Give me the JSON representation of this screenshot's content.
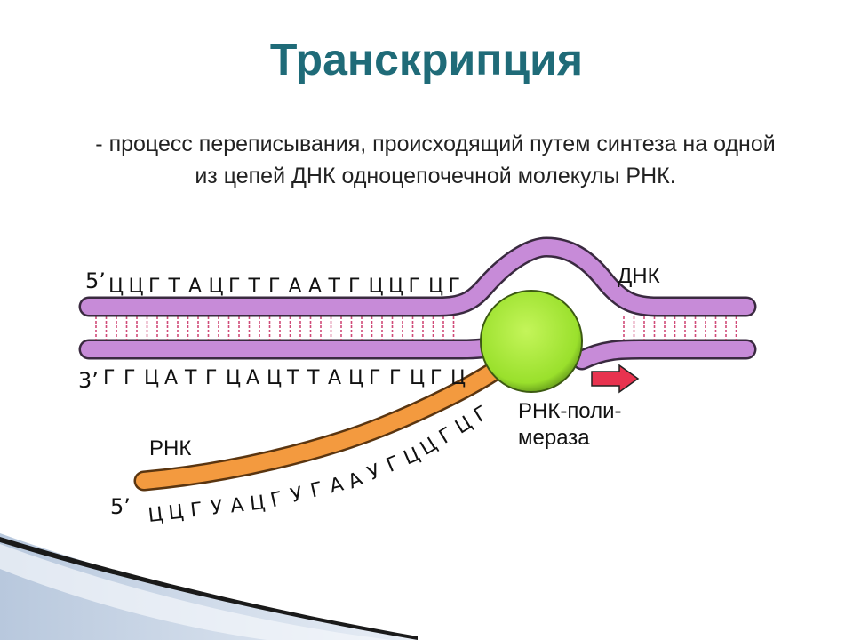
{
  "title": "Транскрипция",
  "definition": "- процесс переписывания, происходящий путем синтеза на одной из цепей ДНК одноцепочечной молекулы РНК.",
  "diagram": {
    "dna_label": "ДНК",
    "rna_label": "РНК",
    "polymerase_label_line1": "РНК-поли-",
    "polymerase_label_line2": "мераза",
    "top_strand": {
      "end_label": "5’",
      "sequence": [
        "Ц",
        "Ц",
        "Г",
        "Т",
        "А",
        "Ц",
        "Г",
        "Т",
        "Г",
        "А",
        "А",
        "Т",
        "Г",
        "Ц",
        "Ц",
        "Г",
        "Ц",
        "Г"
      ]
    },
    "bottom_strand": {
      "end_label": "3’",
      "sequence": [
        "Г",
        "Г",
        "Ц",
        "А",
        "Т",
        "Г",
        "Ц",
        "А",
        "Ц",
        "Т",
        "Т",
        "А",
        "Ц",
        "Г",
        "Г",
        "Ц",
        "Г",
        "Ц"
      ]
    },
    "rna_strand": {
      "end_label": "5’",
      "sequence": [
        "Ц",
        "Ц",
        "Г",
        "У",
        "А",
        "Ц",
        "Г",
        "У",
        "Г",
        "А",
        "А",
        "У",
        "Г",
        "Ц",
        "Ц",
        "Г",
        "Ц",
        "Г"
      ]
    },
    "colors": {
      "title": "#1f6b78",
      "dna_strand": "#c78bd8",
      "dna_strand_outline": "#3a2a40",
      "rna_strand": "#f39a3f",
      "rna_strand_outline": "#5a3510",
      "polymerase": "#a3e635",
      "rungs": "#d04a78",
      "arrow": "#e8334f"
    },
    "icons": {
      "direction_arrow": "right-arrow-icon"
    }
  }
}
